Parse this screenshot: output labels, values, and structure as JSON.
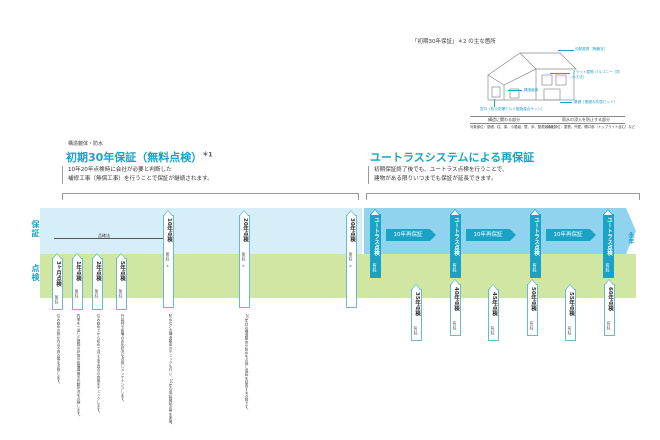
{
  "house": {
    "title": "「初期30年保証」＊2 の主な箇所",
    "labels": {
      "roof": "勾配屋根［陶器瓦］",
      "balcony": "フラット屋根 バルコニー［防水工法］",
      "structure": "構造躯体",
      "foundation": "基礎［基礎＆防湿ピット］",
      "window": "窓口［防火防爆アルミ樹脂複合サッシ］"
    },
    "legend_left_title": "構造に関わる部分",
    "legend_left": "対象部位：基礎、柱、梁、小屋組、壁、床、屋根版など",
    "legend_right_title": "雨水の浸入を防止する部分",
    "legend_right": "対象部位：屋根、外壁、開口部（トップライト含む）など"
  },
  "left": {
    "tag": "構造躯体・防水",
    "title": "初期30年保証（無料点検）",
    "title_mark": "＊1",
    "desc_line1": "10年20年点検時に会社が必要と判断した",
    "desc_line2": "補修工事（無償工事）を行うことで保証が継続されます。"
  },
  "right": {
    "title": "ユートラスシステムによる再保証",
    "desc_line1": "初期保証終了後でも、ユートラス点検を行うことで、",
    "desc_line2": "建物がある限りいつまでも保証が延長できます。"
  },
  "bands": {
    "guarantee": "保証",
    "inspection": "点検",
    "hiwari": "品確法",
    "eien": "永年"
  },
  "markers_top": [
    {
      "id": "y10",
      "label": "10年点検",
      "note": "（無料）",
      "mark": "＊"
    },
    {
      "id": "y20",
      "label": "20年点検",
      "note": "（無料）",
      "mark": "＊"
    },
    {
      "id": "y30",
      "label": "30年点検",
      "note": "（無料）",
      "mark": "＊"
    }
  ],
  "markers_bottom": [
    {
      "id": "m3",
      "label": "3ヶ月点検",
      "note": "（無料）"
    },
    {
      "id": "y1",
      "label": "1年点検",
      "note": "（無料）"
    },
    {
      "id": "y2",
      "label": "2年点検",
      "note": "（無料）"
    },
    {
      "id": "y5",
      "label": "5年点検",
      "note": "（無料）"
    }
  ],
  "captions": {
    "m3": "住み始めの数か月の不具合等を点検します。",
    "y1": "四季を一巡した建物の状態や設備機器の作動状況を点検します。",
    "y2": "住み始めてから初めて迎える不具合の有無をチェックします。",
    "y5": "外装材や設備の劣化状況を点検しメンテナンスします。",
    "y10": "防水などの構造躯体のチェックも行い、10年の保証継続点検を実施。",
    "y20": "20年目の構造躯体や防水を点検し保証を延長する点検です。"
  },
  "utrust_markers": [
    {
      "label": "ユートラス点検",
      "note": "（有料）"
    },
    {
      "label": "ユートラス点検",
      "note": "（有料）"
    },
    {
      "label": "ユートラス点検",
      "note": "（有料）"
    },
    {
      "label": "ユートラス点検",
      "note": "（有料）"
    }
  ],
  "rehoshou": [
    "10年再保証",
    "10年再保証",
    "10年再保証"
  ],
  "paid_markers": [
    {
      "label": "35年点検",
      "note": "（有料）"
    },
    {
      "label": "40年点検",
      "note": "（有料）"
    },
    {
      "label": "45年点検",
      "note": "（有料）"
    },
    {
      "label": "50年点検",
      "note": "（有料）"
    },
    {
      "label": "55年点検",
      "note": "（有料）"
    },
    {
      "label": "60年点検",
      "note": "（有料）"
    }
  ],
  "colors": {
    "accent": "#1ba3c6",
    "guarantee_band": "#d6eef7",
    "guarantee_band_right": "#8fd3ee",
    "inspection_band": "#cfe7a2"
  }
}
